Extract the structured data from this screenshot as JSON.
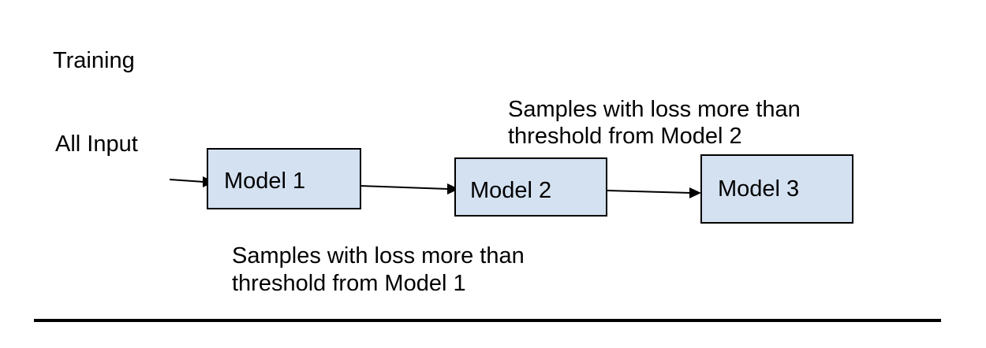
{
  "diagram": {
    "title": "Training",
    "input_label": "All Input",
    "models": [
      {
        "label": "Model 1"
      },
      {
        "label": "Model 2"
      },
      {
        "label": "Model 3"
      }
    ],
    "edge_labels": {
      "model1_to_model2": [
        "Samples with loss more than",
        "threshold from Model 1"
      ],
      "model2_to_model3": [
        "Samples with loss more than",
        "threshold from Model 2"
      ]
    },
    "colors": {
      "box_fill": "#d4e1f1",
      "stroke": "#000000"
    }
  }
}
